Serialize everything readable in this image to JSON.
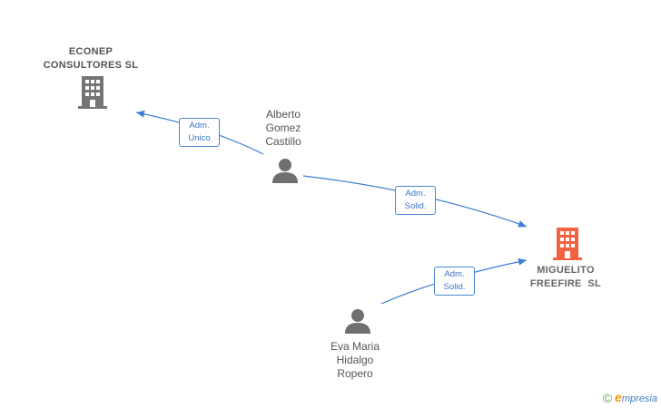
{
  "nodes": {
    "econep": {
      "line1": "ECONEP",
      "line2": "CONSULTORES SL",
      "icon": "building-icon",
      "color": "#757575"
    },
    "miguelito": {
      "line1": "MIGUELITO",
      "line2": "FREEFIRE  SL",
      "icon": "building-icon",
      "color": "#f2633f"
    },
    "alberto": {
      "line1": "Alberto",
      "line2": "Gomez",
      "line3": "Castillo",
      "icon": "person-icon",
      "color": "#6f6f6f"
    },
    "eva": {
      "line1": "Eva Maria",
      "line2": "Hidalgo",
      "line3": "Ropero",
      "icon": "person-icon",
      "color": "#6f6f6f"
    }
  },
  "edges": [
    {
      "from": "alberto",
      "to": "econep",
      "line1": "Adm.",
      "line2": "Unico"
    },
    {
      "from": "alberto",
      "to": "miguelito",
      "line1": "Adm.",
      "line2": "Solid."
    },
    {
      "from": "eva",
      "to": "miguelito",
      "line1": "Adm.",
      "line2": "Solid."
    }
  ],
  "edge_color": "#3f7fd6",
  "footer": {
    "copyright": "©",
    "brand_e": "e",
    "brand_rest": "mpresia"
  }
}
